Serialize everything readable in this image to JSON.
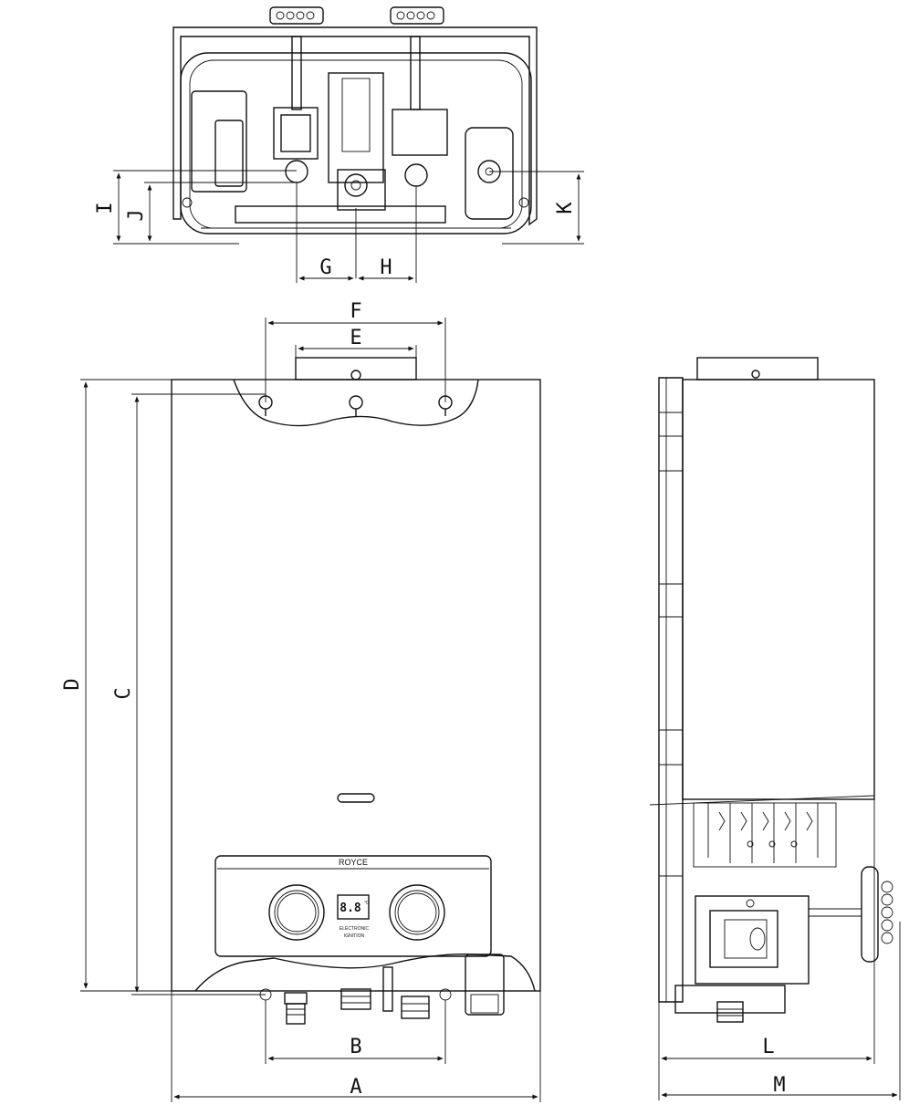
{
  "dimensions": {
    "A": "A",
    "B": "B",
    "C": "C",
    "D": "D",
    "E": "E",
    "F": "F",
    "G": "G",
    "H": "H",
    "I": "I",
    "J": "J",
    "K": "K",
    "L": "L",
    "M": "M"
  },
  "panel": {
    "brand": "ROYCE",
    "display": "8.8",
    "display_unit": "°C",
    "ignition_line1": "ELECTRONIC",
    "ignition_line2": "IGNITION"
  }
}
